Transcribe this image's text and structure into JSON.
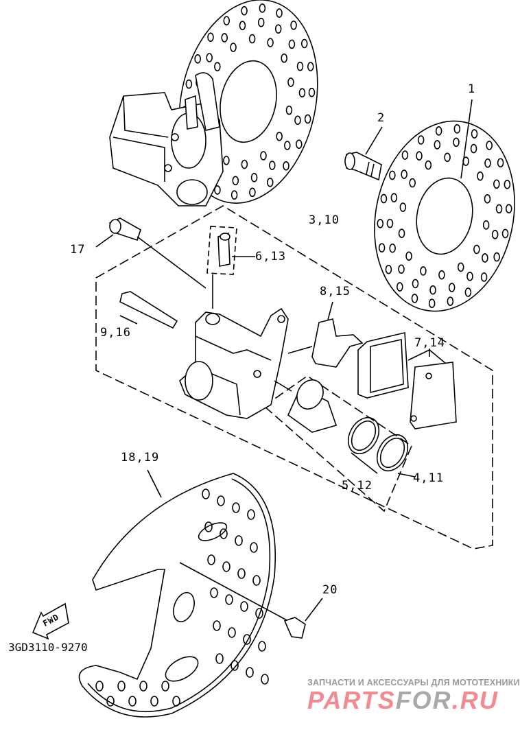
{
  "callouts": {
    "p1": "1",
    "p2": "2",
    "p3_10": "3,10",
    "p17": "17",
    "p6_13": "6,13",
    "p8_15": "8,15",
    "p9_16": "9,16",
    "p7_14": "7,14",
    "p18_19": "18,19",
    "p5_12": "5,12",
    "p4_11": "4,11",
    "p20": "20"
  },
  "fwd_label": "FWD",
  "diagram_code": "3GD3110-9270",
  "watermark": {
    "tagline": "ЗАПЧАСТИ И АКСЕССУАРЫ ДЛЯ МОТОТЕХНИКИ",
    "logo_part1": "PARTS",
    "logo_part2": "FOR",
    "logo_part3": ".RU"
  },
  "colors": {
    "line": "#000000",
    "wm_red": "#f28a92",
    "wm_gray": "#a8a8a8"
  }
}
